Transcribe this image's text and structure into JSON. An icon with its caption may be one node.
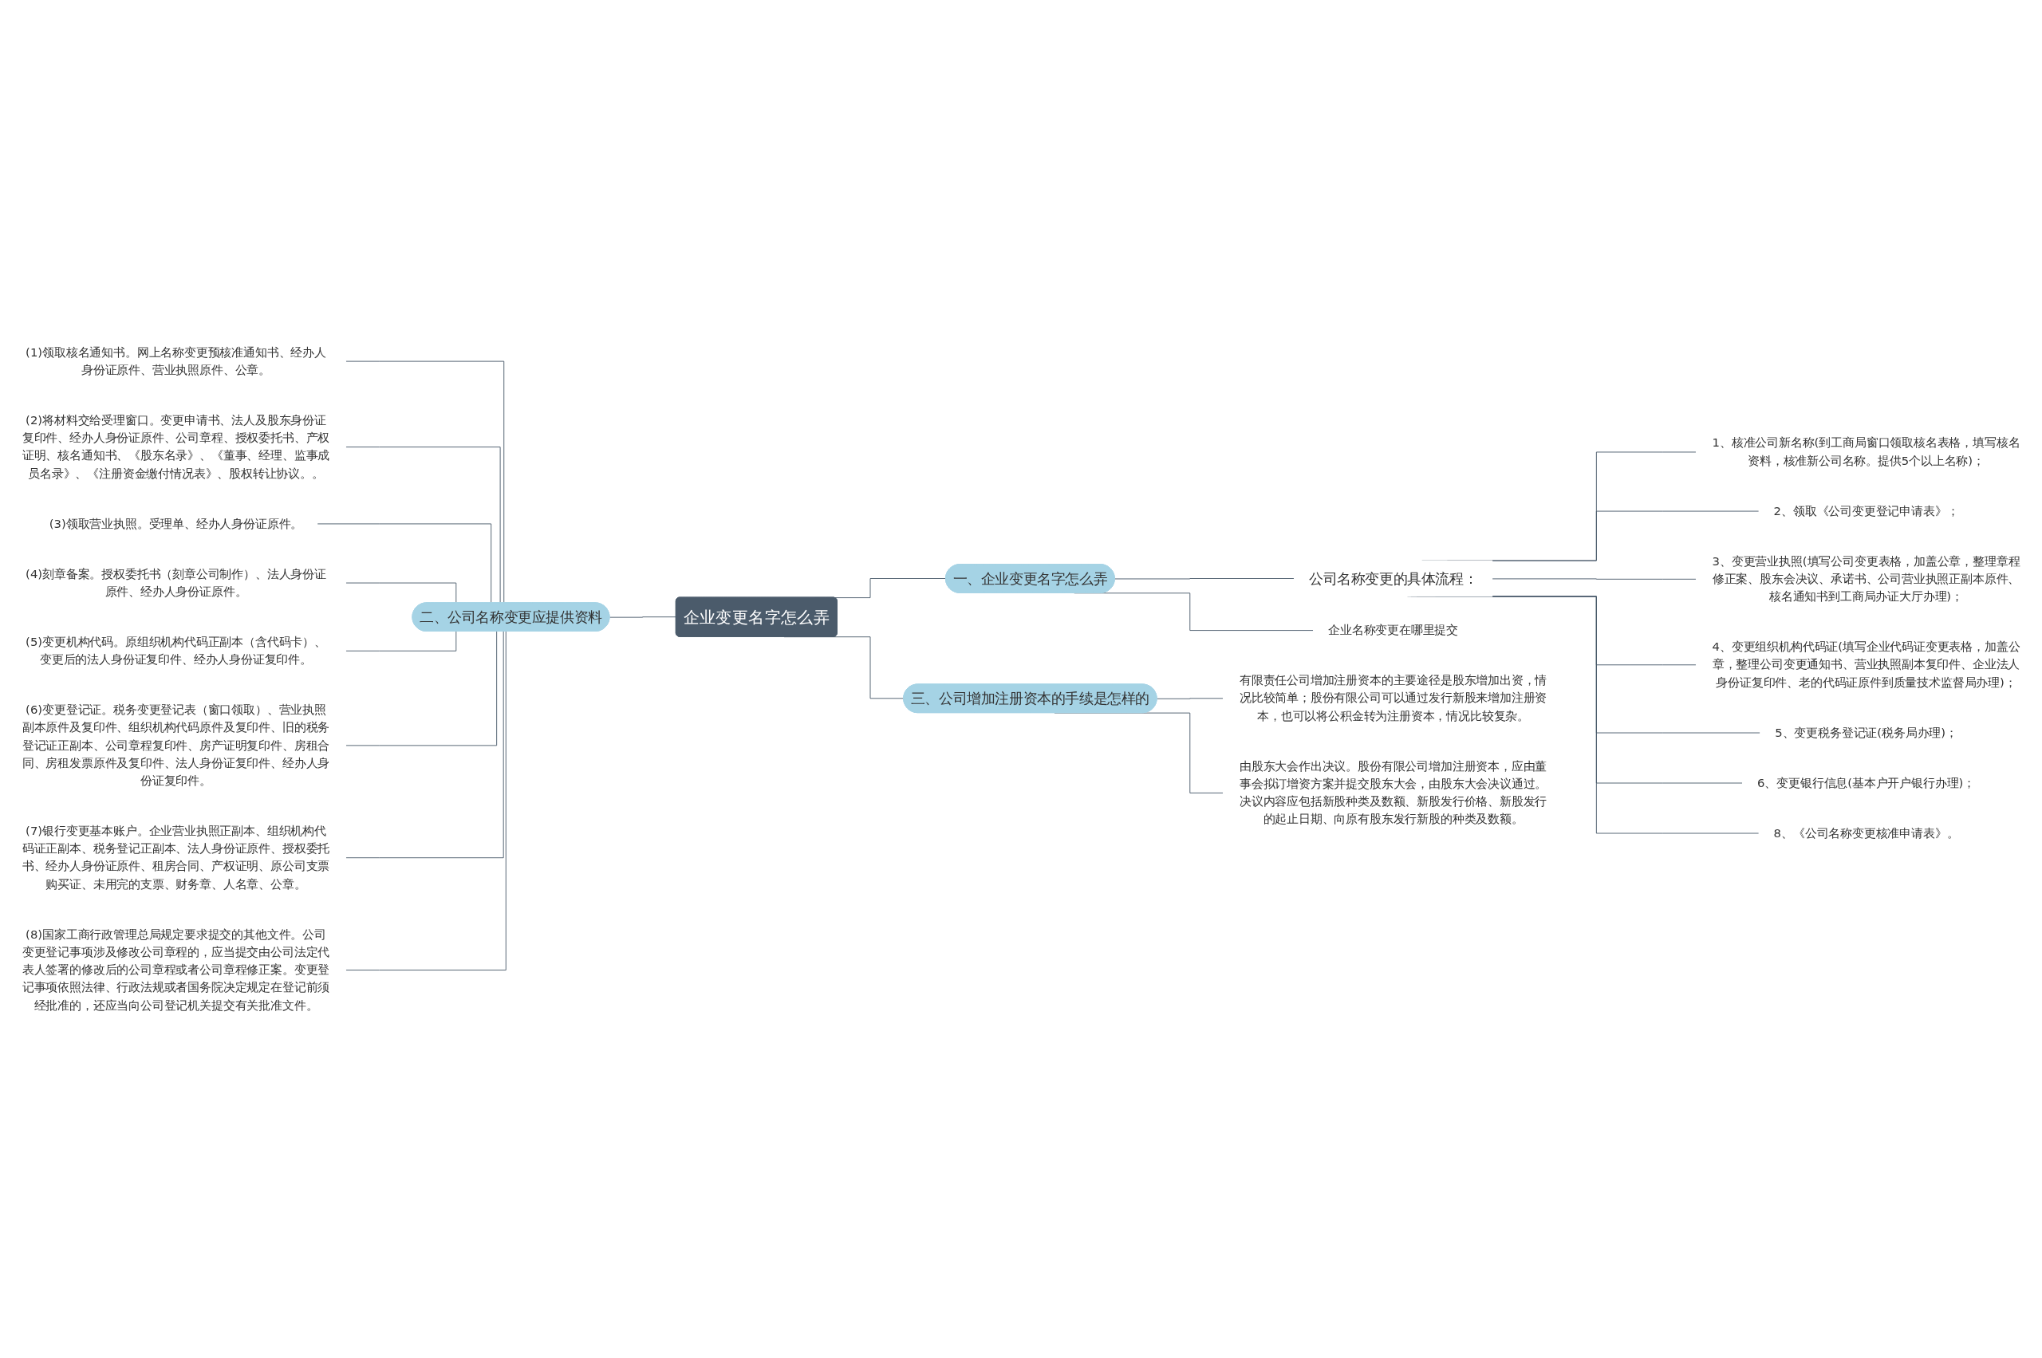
{
  "diagram": {
    "nodes": [
      {
        "text": [
          "企业变更名字怎么弄"
        ]
      },
      {
        "text": [
          "一、企业变更名字怎么弄"
        ]
      },
      {
        "text": [
          "公司名称变更的具体流程："
        ]
      },
      {
        "text": [
          "1、核准公司新名称(到工商局窗口领取核名表格，填写核名资料，核准新公司名称。提供5个以上名称)；"
        ]
      },
      {
        "text": [
          "2、领取《公司变更登记申请表》；"
        ]
      },
      {
        "text": [
          "3、变更营业执照(填写公司变更表格，加盖公章，整理章程修正案、股东会决议、承诺书、公司营业执照正副本原件、核名通知书到工商局办证大厅办理)；"
        ]
      },
      {
        "text": [
          "4、变更组织机构代码证(填写企业代码证变更表格，加盖公章，整理公司变更通知书、营业执照副本复印件、企业法人身份证复印件、老的代码证原件到质量技术监督局办理)；"
        ]
      },
      {
        "text": [
          "5、变更税务登记证(税务局办理)；"
        ]
      },
      {
        "text": [
          "6、变更银行信息(基本户开户银行办理)；"
        ]
      },
      {
        "text": [
          "8、《公司名称变更核准申请表》。"
        ]
      },
      {
        "text": [
          "企业名称变更在哪里提交"
        ]
      },
      {
        "text": [
          "二、公司名称变更应提供资料"
        ]
      },
      {
        "text": [
          "(1)领取核名通知书。网上名称变更预核准通知书、经办人身份证原件、营业执照原件、公章。"
        ]
      },
      {
        "text": [
          "(2)将材料交给受理窗口。变更申请书、法人及股东身份证复印件、经办人身份证原件、公司章程、授权委托书、产权证明、核名通知书、《股东名录》、《董事、经理、监事成员名录》、《注册资金缴付情况表》、股权转让协议。。"
        ]
      },
      {
        "text": [
          "(3)领取营业执照。受理单、经办人身份证原件。"
        ]
      },
      {
        "text": [
          "(4)刻章备案。授权委托书（刻章公司制作）、法人身份证原件、经办人身份证原件。"
        ]
      },
      {
        "text": [
          "(5)变更机构代码。原组织机构代码正副本（含代码卡）、变更后的法人身份证复印件、经办人身份证复印件。"
        ]
      },
      {
        "text": [
          "(6)变更登记证。税务变更登记表（窗口领取）、营业执照副本原件及复印件、组织机构代码原件及复印件、旧的税务登记证正副本、公司章程复印件、房产证明复印件、房租合同、房租发票原件及复印件、法人身份证复印件、经办人身份证复印件。"
        ]
      },
      {
        "text": [
          "(7)银行变更基本账户。企业营业执照正副本、组织机构代码证正副本、税务登记正副本、法人身份证原件、授权委托书、经办人身份证原件、租房合同、产权证明、原公司支票购买证、未用完的支票、财务章、人名章、公章。"
        ]
      },
      {
        "text": [
          "(8)国家工商行政管理总局规定要求提交的其他文件。公司变更登记事项涉及修改公司章程的，应当提交由公司法定代表人签署的修改后的公司章程或者公司章程修正案。变更登记事项依照法律、行政法规或者国务院决定规定在登记前须经批准的，还应当向公司登记机关提交有关批准文件。"
        ]
      },
      {
        "text": [
          "三、公司增加注册资本的手续是怎样的"
        ]
      },
      {
        "text": [
          "有限责任公司增加注册资本的主要途径是股东增加出资，情况比较简单；股份有限公司可以通过发行新股来增加注册资本，也可以将公积金转为注册资本，情况比较复杂。"
        ]
      },
      {
        "text": [
          "由股东大会作出决议。股份有限公司增加注册资本，应由董事会拟订增资方案并提交股东大会，由股东大会决议通过。决议内容应包括新股种类及数额、新股发行价格、新股发行的起止日期、向原有股东发行新股的种类及数额。"
        ]
      }
    ],
    "edges": [
      {
        "from": 0,
        "to": 1,
        "arrow": "none"
      },
      {
        "from": 1,
        "to": 2,
        "arrow": "none"
      },
      {
        "from": 2,
        "to": 3,
        "arrow": "none"
      },
      {
        "from": 2,
        "to": 4,
        "arrow": "none"
      },
      {
        "from": 2,
        "to": 5,
        "arrow": "none"
      },
      {
        "from": 2,
        "to": 6,
        "arrow": "none"
      },
      {
        "from": 2,
        "to": 7,
        "arrow": "none"
      },
      {
        "from": 2,
        "to": 8,
        "arrow": "none"
      },
      {
        "from": 2,
        "to": 9,
        "arrow": "none"
      },
      {
        "from": 1,
        "to": 10,
        "arrow": "none"
      },
      {
        "from": 11,
        "to": 0,
        "arrow": "none"
      },
      {
        "from": 12,
        "to": 11,
        "arrow": "none"
      },
      {
        "from": 13,
        "to": 11,
        "arrow": "none"
      },
      {
        "from": 14,
        "to": 11,
        "arrow": "none"
      },
      {
        "from": 15,
        "to": 11,
        "arrow": "none"
      },
      {
        "from": 16,
        "to": 11,
        "arrow": "none"
      },
      {
        "from": 17,
        "to": 11,
        "arrow": "none"
      },
      {
        "from": 18,
        "to": 11,
        "arrow": "none"
      },
      {
        "from": 19,
        "to": 11,
        "arrow": "none"
      },
      {
        "from": 0,
        "to": 20,
        "arrow": "none"
      },
      {
        "from": 20,
        "to": 21,
        "arrow": "none"
      },
      {
        "from": 20,
        "to": 22,
        "arrow": "none"
      }
    ]
  }
}
